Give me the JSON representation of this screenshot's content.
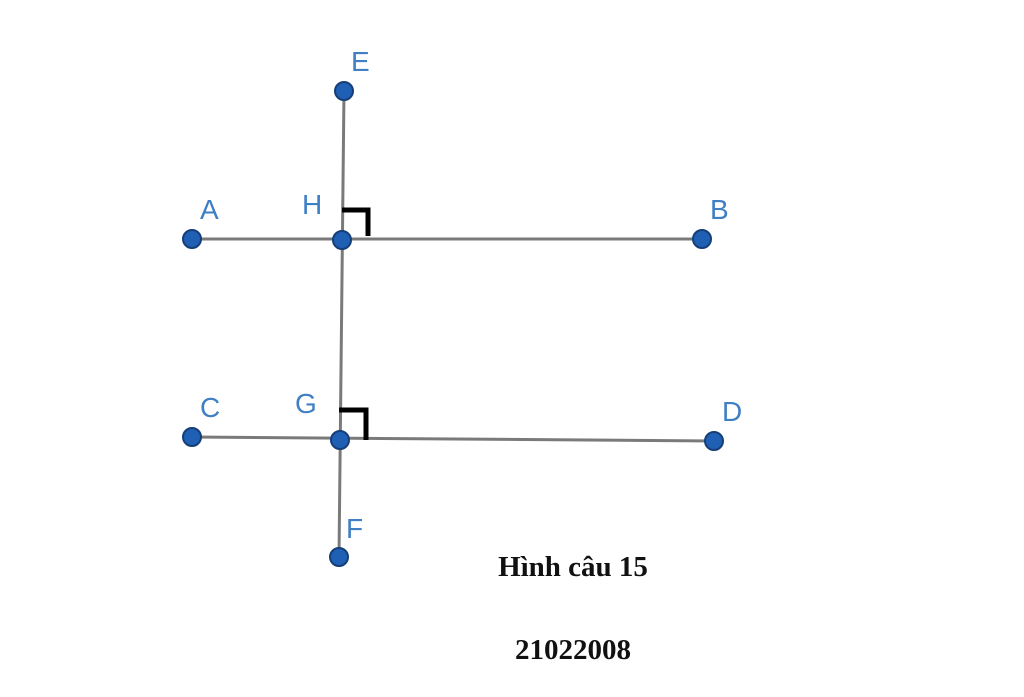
{
  "points": {
    "A": {
      "label": "A"
    },
    "B": {
      "label": "B"
    },
    "C": {
      "label": "C"
    },
    "D": {
      "label": "D"
    },
    "E": {
      "label": "E"
    },
    "F": {
      "label": "F"
    },
    "G": {
      "label": "G"
    },
    "H": {
      "label": "H"
    }
  },
  "segments": [
    [
      "A",
      "B"
    ],
    [
      "C",
      "D"
    ],
    [
      "E",
      "F"
    ]
  ],
  "right_angles": [
    {
      "vertex": "H",
      "between": [
        "E",
        "B"
      ]
    },
    {
      "vertex": "G",
      "between": [
        "H",
        "D"
      ]
    }
  ],
  "caption": {
    "title": "Hình câu 15",
    "code": "21022008"
  },
  "colors": {
    "point_fill": "#1f5fb4",
    "label": "#3f7fc4",
    "segment": "#7a7a7a",
    "right_angle_mark": "#000000"
  }
}
